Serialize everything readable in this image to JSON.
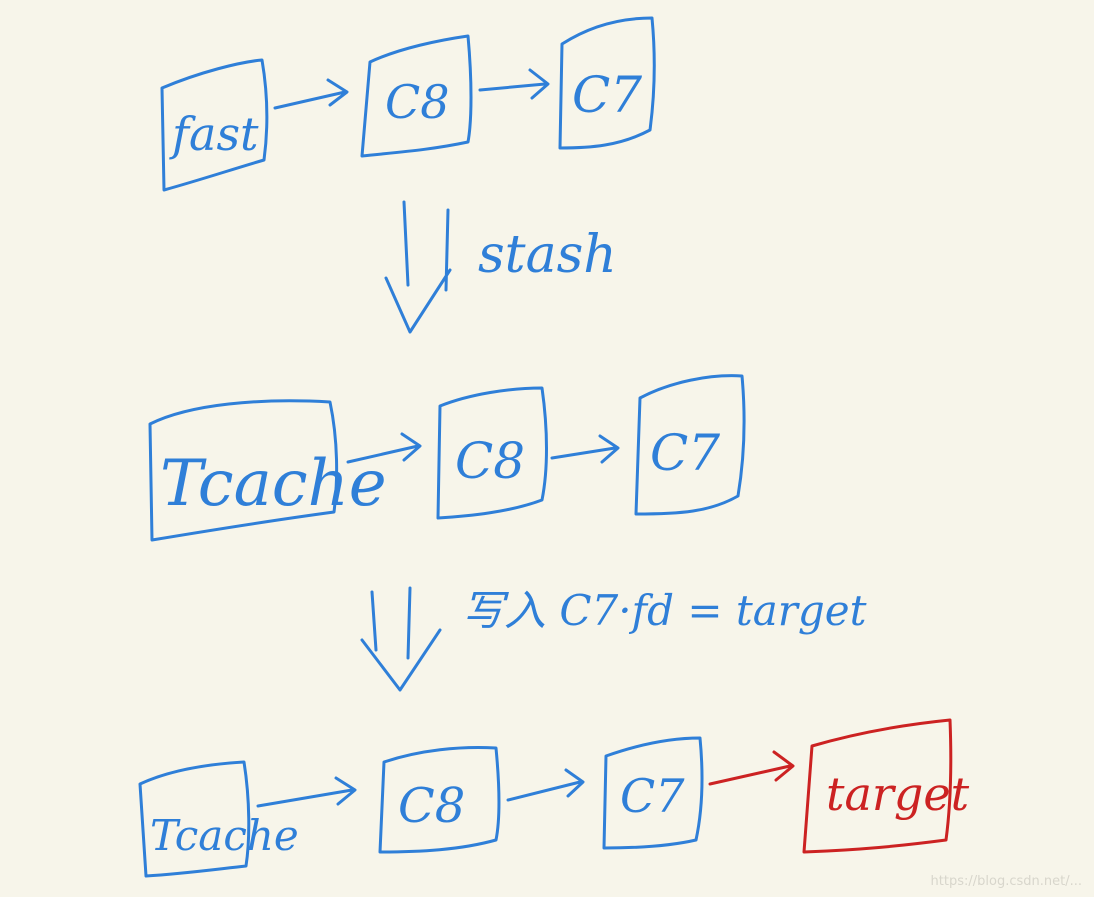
{
  "rows": [
    {
      "nodes": [
        "fast",
        "C8",
        "C7"
      ]
    },
    {
      "step_label": "stash",
      "nodes": [
        "Tcache",
        "C8",
        "C7"
      ]
    },
    {
      "step_label": "写入 C7·fd = target",
      "nodes": [
        "Tcache",
        "C8",
        "C7",
        "target"
      ]
    }
  ],
  "colors": {
    "ink": "#2f7fd8",
    "highlight": "#cc2222",
    "paper": "#f7f5ea"
  },
  "watermark": "https://blog.csdn.net/..."
}
